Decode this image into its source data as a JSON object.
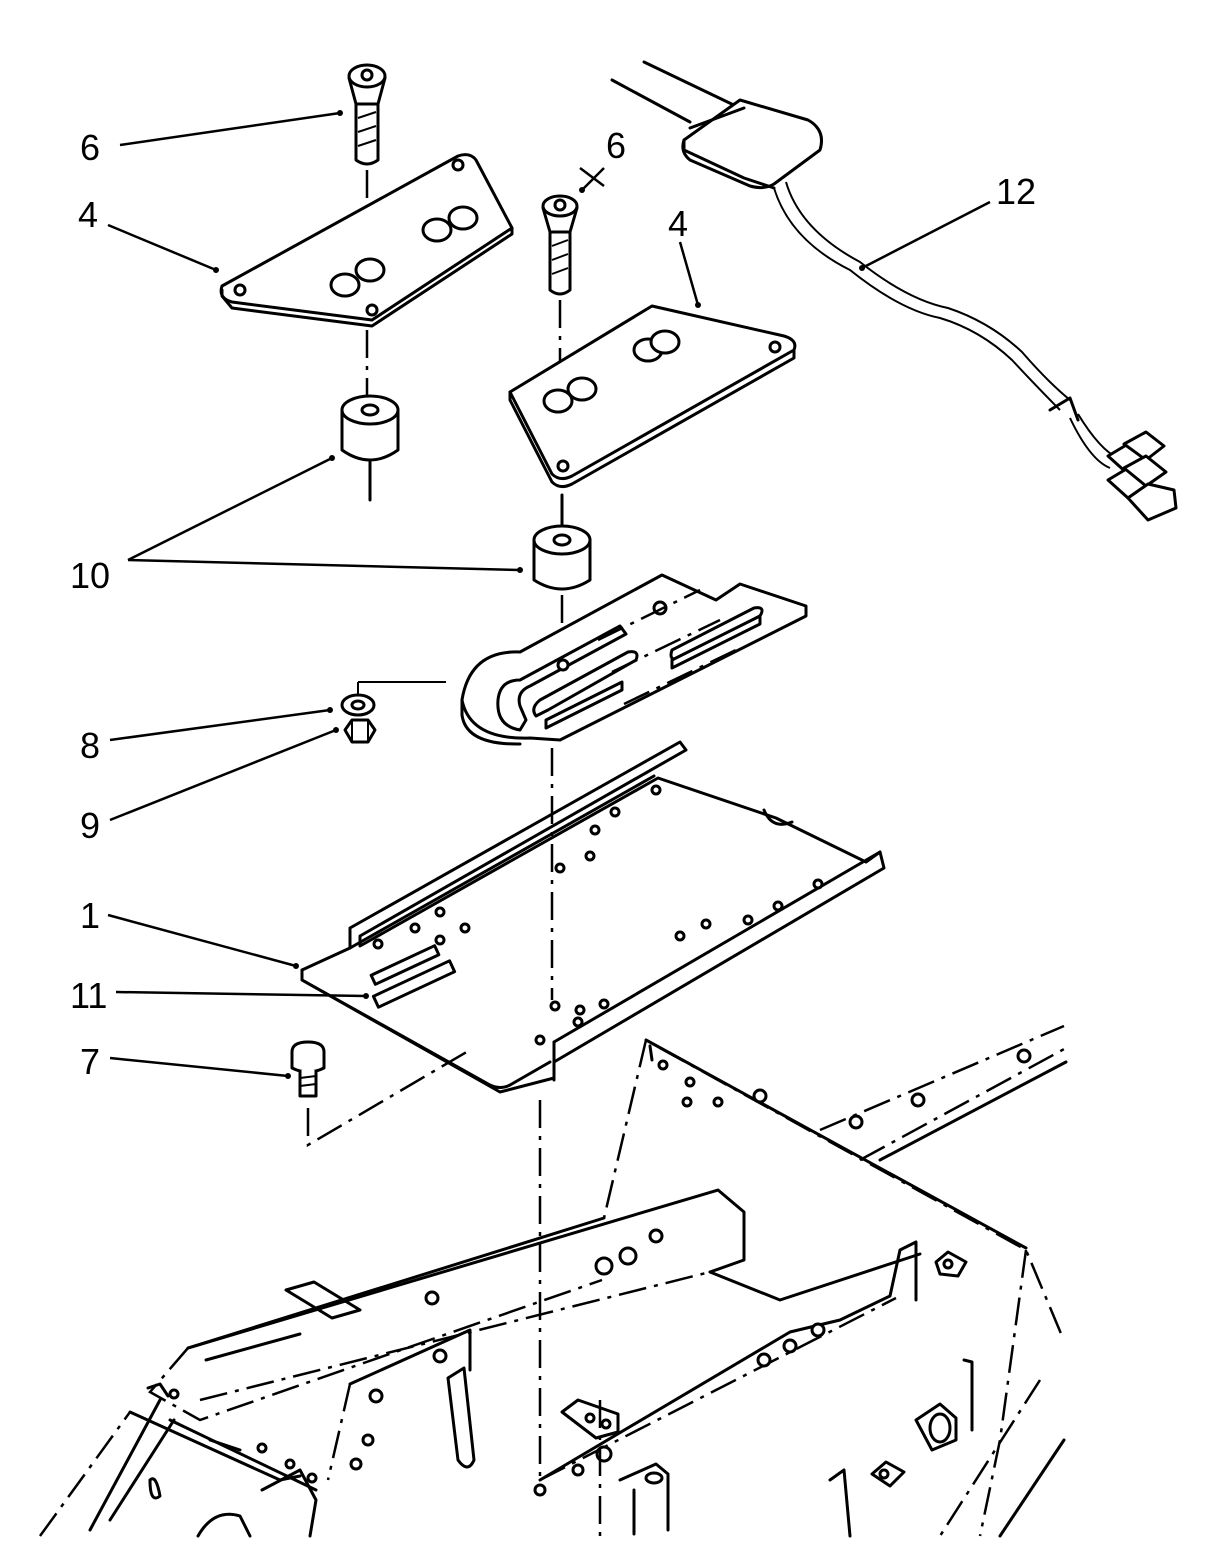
{
  "callouts": [
    {
      "id": "callout-6a",
      "text": "6"
    },
    {
      "id": "callout-6b",
      "text": "6"
    },
    {
      "id": "callout-4a",
      "text": "4"
    },
    {
      "id": "callout-4b",
      "text": "4"
    },
    {
      "id": "callout-12",
      "text": "12"
    },
    {
      "id": "callout-10",
      "text": "10"
    },
    {
      "id": "callout-8",
      "text": "8"
    },
    {
      "id": "callout-9",
      "text": "9"
    },
    {
      "id": "callout-1",
      "text": "1"
    },
    {
      "id": "callout-11",
      "text": "11"
    },
    {
      "id": "callout-7",
      "text": "7"
    }
  ],
  "parts": [
    {
      "ref": "1",
      "icon": "mounting-plate-icon"
    },
    {
      "ref": "4",
      "icon": "bracket-plate-icon"
    },
    {
      "ref": "6",
      "icon": "flat-head-screw-icon"
    },
    {
      "ref": "7",
      "icon": "bolt-icon"
    },
    {
      "ref": "8",
      "icon": "washer-icon"
    },
    {
      "ref": "9",
      "icon": "lock-nut-icon"
    },
    {
      "ref": "10",
      "icon": "spacer-icon"
    },
    {
      "ref": "11",
      "icon": "slotted-pad-icon"
    },
    {
      "ref": "12",
      "icon": "wire-harness-icon"
    }
  ]
}
